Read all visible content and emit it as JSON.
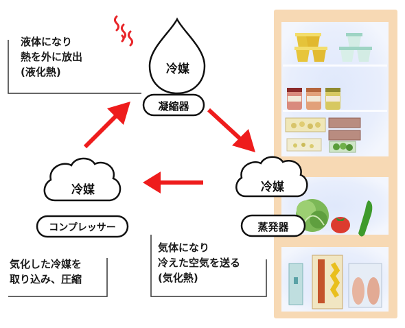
{
  "nodes": {
    "condenser": {
      "fluid_label": "冷媒",
      "name": "凝縮器"
    },
    "evaporator": {
      "fluid_label": "冷媒",
      "name": "蒸発器"
    },
    "compressor": {
      "fluid_label": "冷媒",
      "name": "コンプレッサー"
    }
  },
  "notes": {
    "condenser": [
      "液体になり",
      "熱を外に放出",
      "(液化熱)"
    ],
    "evaporator": [
      "気体になり",
      "冷えた空気を送る",
      "(気化熱)"
    ],
    "compressor": [
      "気化した冷媒を",
      "取り込み、圧縮"
    ]
  },
  "colors": {
    "arrow": "#ee1c1c",
    "heat_icon": "#e8262a",
    "fridge_body": "#f7d9b5",
    "fridge_glass": "#e3ecfb"
  },
  "icons": [
    "heat-wave-icon",
    "droplet-shape",
    "cloud-shape",
    "refrigerator-illustration"
  ]
}
